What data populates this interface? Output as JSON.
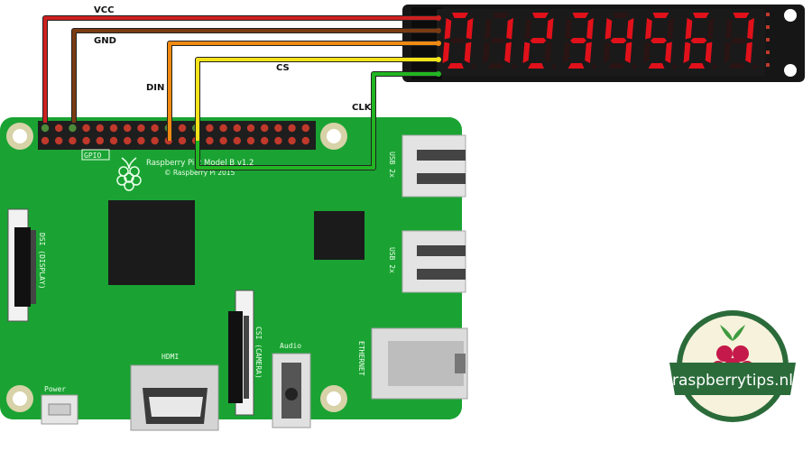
{
  "wires": [
    {
      "label": "VCC",
      "color": "#cc2020"
    },
    {
      "label": "GND",
      "color": "#7a3b12"
    },
    {
      "label": "DIN",
      "color": "#f08a12"
    },
    {
      "label": "CS",
      "color": "#f5e31a"
    },
    {
      "label": "CLK",
      "color": "#22b522"
    }
  ],
  "display": {
    "digits": [
      "0",
      "1",
      "2",
      "3",
      "4",
      "5",
      "6",
      "7"
    ],
    "digit_color": "#e0111a",
    "body_color": "#161616"
  },
  "board": {
    "color": "#1aa333",
    "title": "Raspberry Pi 2 Model B v1.2",
    "copyright": "© Raspberry Pi 2015",
    "gpio_label": "GPIO",
    "usb_label": "USB 2x",
    "usb2_label": "USB 2x",
    "dsi_label": "DSI (DISPLAY)",
    "csi_label": "CSI (CAMERA)",
    "hdmi_label": "HDMI",
    "audio_label": "Audio",
    "power_label": "Power",
    "ethernet_label": "ETHERNET"
  },
  "logo": {
    "text": "raspberrytips.nl",
    "icon": "raspberry-icon"
  }
}
